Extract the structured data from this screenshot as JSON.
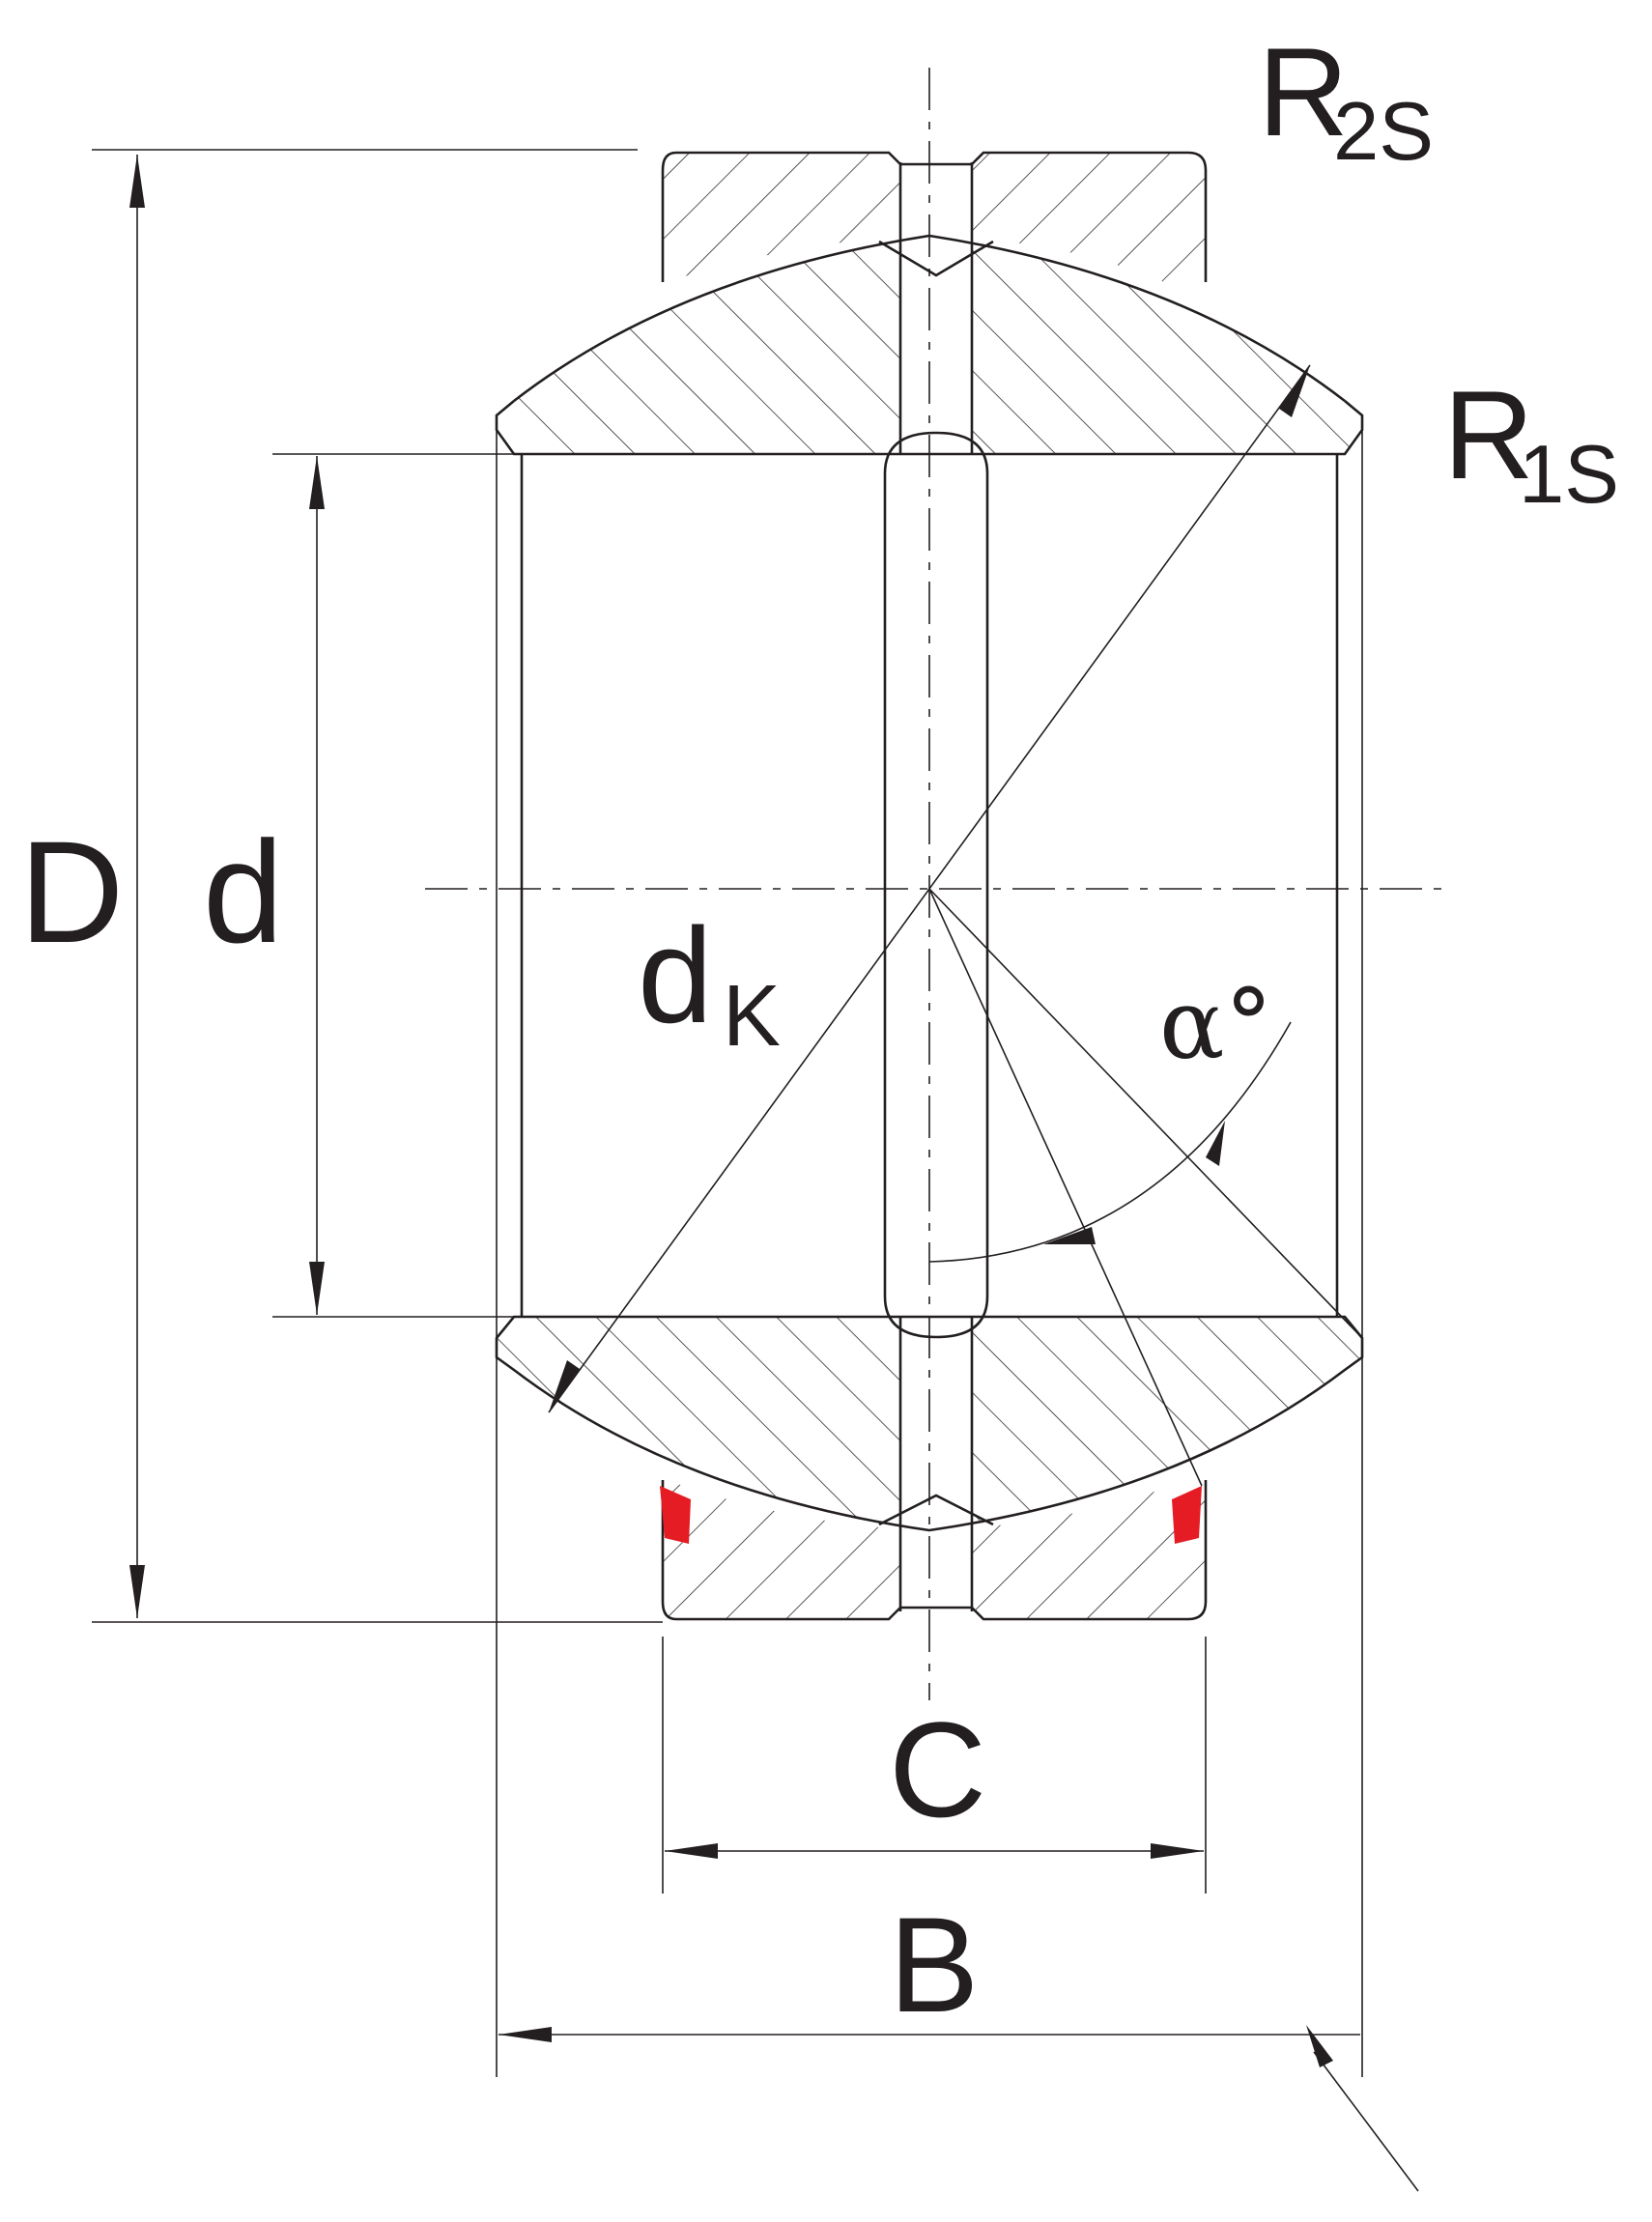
{
  "labels": {
    "D": "D",
    "d": "d",
    "dk_main": "d",
    "dk_sub": "K",
    "C": "C",
    "B": "B",
    "R2s_main": "R",
    "R2s_sub": "2S",
    "R1s_main": "R",
    "R1s_sub": "1S",
    "alpha": "α°"
  },
  "colors": {
    "line": "#231f20",
    "seal": "#e51c23"
  }
}
